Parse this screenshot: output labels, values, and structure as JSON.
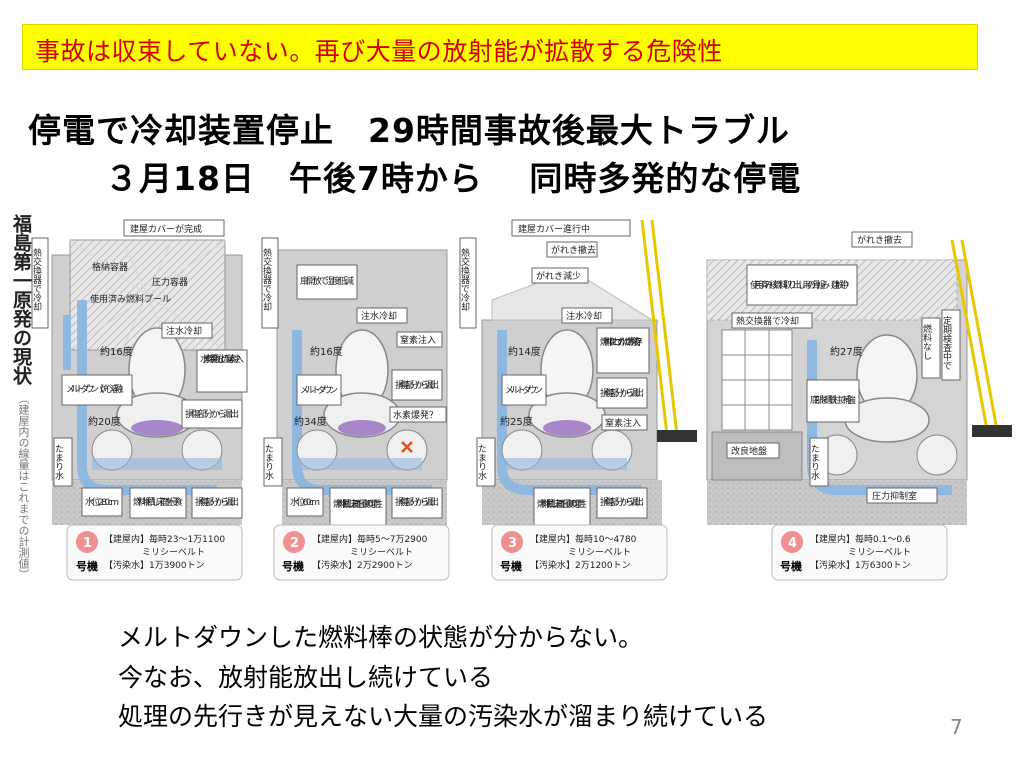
{
  "banner": "事故は収束していない。再び大量の放射能が拡散する危険性",
  "headline": {
    "line1": "停電で冷却装置停止　29時間事故後最大トラブル",
    "line2": "３月18日　午後7時から　 同時多発的な停電"
  },
  "figure": {
    "title": "福島第一原発の現状",
    "note": "（建屋内の線量はこれまでの計測値）",
    "units": [
      {
        "num": "1",
        "unit_label": "号機",
        "labels": {
          "cover": "建屋カバーが完成",
          "hx": "熱交換器で冷却",
          "storage": "格納容器",
          "spentpool": "使用済み燃料プール",
          "pressure": "圧力容器",
          "injection": "注水冷却",
          "temp_pool": "約16度",
          "meltdown": "メルトダウン（炉心溶融）",
          "temp_core": "約20度",
          "n2": "水素爆発防止の窒素注入",
          "leak": "損傷部分から漏出",
          "pooled": "たまり水",
          "water_level": "水位280cm",
          "fuel": "燃料堆積し床面を侵食",
          "leak2": "損傷部分から漏出"
        },
        "info": [
          "【建屋内】毎時23～1万1100",
          "ミリシーベルト",
          "【汚染水】1万3900トン"
        ]
      },
      {
        "num": "2",
        "unit_label": "号機",
        "labels": {
          "hx": "熱交換器で冷却",
          "door": "扉開放で湿度低減",
          "injection": "注水冷却",
          "temp_pool": "約16度",
          "n2": "窒素注入",
          "meltdown": "メルトダウン",
          "leak": "損傷部分から漏出",
          "temp_core": "約34度",
          "h2": "水素爆発？",
          "pooled": "たまり水",
          "water_level": "水位60cm",
          "fuel": "燃料堆積し床面を侵食の可能性",
          "leak2": "損傷部分から漏出"
        },
        "info": [
          "【建屋内】毎時5～7万2900",
          "ミリシーベルト",
          "【汚染水】2万2900トン"
        ]
      },
      {
        "num": "3",
        "unit_label": "号機",
        "labels": {
          "cover": "建屋カバー進行中",
          "debris": "がれき撤去",
          "debris_less": "がれき減少",
          "hx": "熱交換器で冷却",
          "injection": "注水冷却",
          "temp_pool": "約14度",
          "fuelrod": "燃料棒にわずかに燃料残存？",
          "meltdown": "メルトダウン",
          "leak": "損傷部分から漏出",
          "temp_core": "約25度",
          "n2": "窒素注入",
          "pooled": "たまり水",
          "fuel": "燃料堆積し床面を侵食の可能性",
          "leak2": "損傷部分から漏出"
        },
        "info": [
          "【建屋内】毎時10～4780",
          "ミリシーベルト",
          "【汚染水】2万1200トン"
        ]
      },
      {
        "num": "4",
        "unit_label": "号機",
        "labels": {
          "debris": "がれき撤去",
          "frame": "使用済み核燃料取り出し用の骨組み（建設中）",
          "hx": "熱交換器で冷却",
          "temp_pool": "約27度",
          "nofuel": "燃料なし",
          "inspect": "定期検査中で",
          "steel": "底部を鋼鉄柱で補強",
          "ground": "改良地盤",
          "pooled": "たまり水",
          "suppression": "圧力抑制室"
        },
        "info": [
          "【建屋内】毎時0.1～0.6",
          "ミリシーベルト",
          "【汚染水】1万6300トン"
        ]
      }
    ]
  },
  "bullets": [
    "メルトダウンした燃料棒の状態が分からない。",
    "今なお、放射能放出し続けている",
    "処理の先行きが見えない大量の汚染水が溜まり続けている"
  ],
  "page_number": "7",
  "colors": {
    "banner_bg": "#ffff00",
    "banner_text": "#d40000",
    "water": "#8fb8e0",
    "fuel": "#a887c8",
    "crane": "#e6c700"
  }
}
